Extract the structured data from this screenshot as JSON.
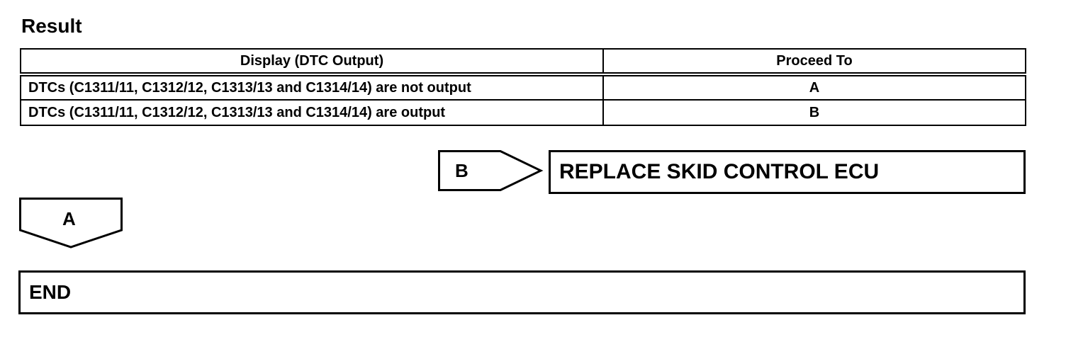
{
  "title": "Result",
  "table": {
    "headers": [
      "Display (DTC Output)",
      "Proceed To"
    ],
    "rows": [
      {
        "display": "DTCs (C1311/11, C1312/12, C1313/13 and C1314/14) are not output",
        "proceed": "A"
      },
      {
        "display": "DTCs (C1311/11, C1312/12, C1313/13 and C1314/14) are output",
        "proceed": "B"
      }
    ]
  },
  "flow": {
    "b_label": "B",
    "replace_text": "REPLACE SKID CONTROL ECU",
    "a_label": "A",
    "end_text": "END"
  }
}
